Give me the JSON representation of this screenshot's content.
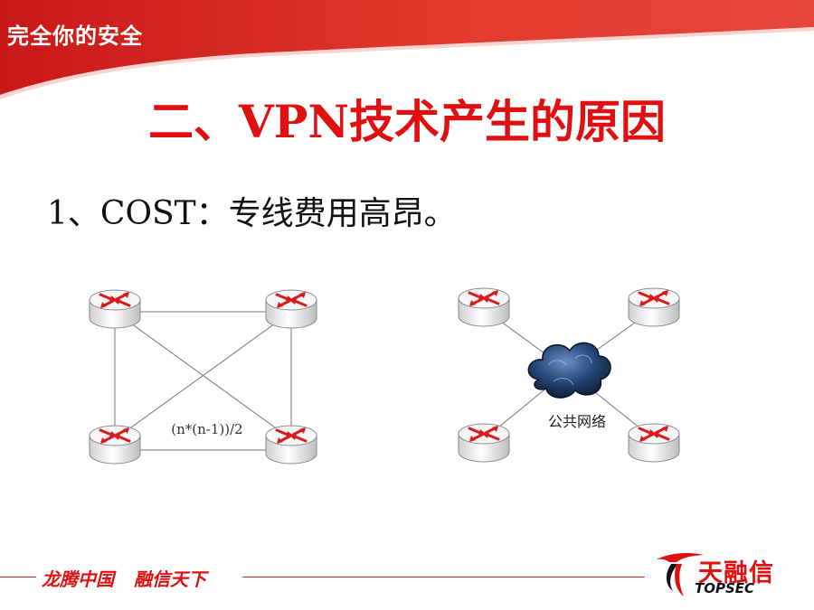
{
  "header": {
    "banner_text": "完全你的安全",
    "brand_color": "#e01010"
  },
  "slide": {
    "title": "二、VPN技术产生的原因",
    "bullet": "1、COST：专线费用高昂。"
  },
  "diagrams": {
    "mesh": {
      "formula_label": "(n*(n-1))/2",
      "router_count": 4,
      "router_icon": "router-icon"
    },
    "cloud": {
      "network_label": "公共网络",
      "router_count": 4,
      "router_icon": "router-icon",
      "cloud_icon": "cloud-icon"
    }
  },
  "footer": {
    "slogan_part1": "龙腾中国",
    "slogan_part2": "融信天下",
    "logo_cn": "天融信",
    "logo_en": "TOPSEC"
  }
}
